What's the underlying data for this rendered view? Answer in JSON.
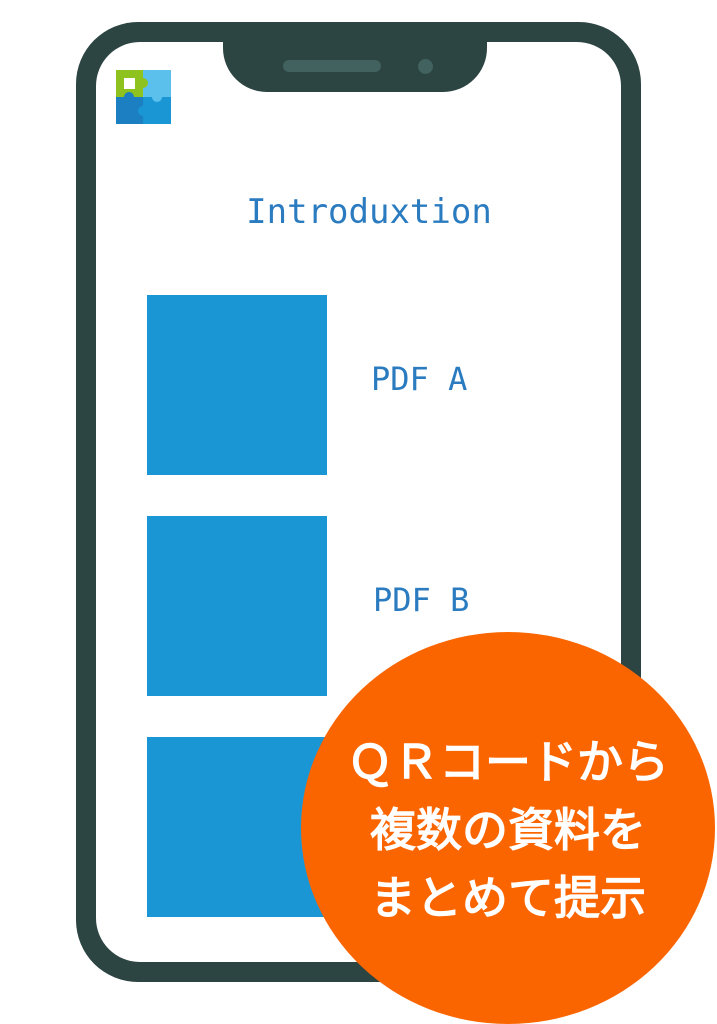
{
  "screen": {
    "title": "Introduxtion",
    "documents": [
      {
        "label": "PDF A"
      },
      {
        "label": "PDF B"
      },
      {
        "label": ""
      }
    ]
  },
  "badge": {
    "lines": [
      "ＱＲコードから",
      "複数の資料を",
      "まとめて提示"
    ]
  },
  "icons": {
    "logo": "puzzle-logo-icon"
  },
  "colors": {
    "frame": "#2c4442",
    "accent_blue": "#1b96d4",
    "text_blue": "#2a7bbf",
    "badge_orange": "#fb6500",
    "logo_green": "#8dc21f",
    "logo_light_blue": "#5bc0eb"
  }
}
